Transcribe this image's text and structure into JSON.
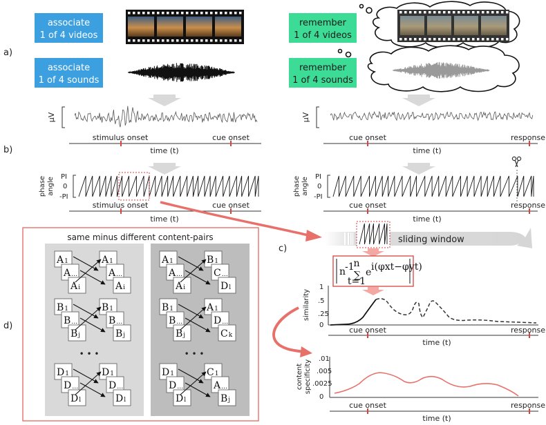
{
  "panel_labels": {
    "a": "a)",
    "b": "b)",
    "c": "c)",
    "d": "d)"
  },
  "encoding": {
    "video_label": [
      "associate",
      "1 of 4 videos"
    ],
    "sound_label": [
      "associate",
      "1 of 4 sounds"
    ]
  },
  "retrieval": {
    "video_label": [
      "remember",
      "1 of 4 videos"
    ],
    "sound_label": [
      "remember",
      "1 of 4 sounds"
    ]
  },
  "eeg": {
    "unit": "µV",
    "left_events": [
      "stimulus onset",
      "cue onset"
    ],
    "right_events": [
      "cue onset",
      "response"
    ],
    "time_axis": "time (t)"
  },
  "phase": {
    "ylabel": [
      "phase",
      "angle"
    ],
    "ticks": [
      "PI",
      "0",
      "-PI"
    ]
  },
  "sliding_window_label": "sliding window",
  "formula": {
    "prefix": "n",
    "prefix_exp": "-1",
    "sum_top": "n",
    "sum_bottom": "t=1",
    "exp_base": "e",
    "exponent": "i(φxt−φyt)"
  },
  "similarity_plot": {
    "ylabel": "similarity",
    "yticks": [
      "1",
      ".5",
      ".25",
      "0"
    ],
    "events": [
      "cue onset",
      "response"
    ],
    "xlabel": "time (t)"
  },
  "specificity_plot": {
    "ylabel": [
      "content",
      "specificity"
    ],
    "yticks": [
      ".01",
      ".005",
      ".0025",
      "0"
    ],
    "events": [
      "cue onset",
      "response"
    ],
    "xlabel": "time (t)"
  },
  "pairs_panel": {
    "title": "same minus different content-pairs",
    "same": [
      {
        "a": [
          "A",
          "1"
        ],
        "b": [
          "A",
          "…"
        ],
        "c": [
          "A",
          "i"
        ],
        "ra": [
          "A",
          "1"
        ],
        "rb": [
          "A",
          "…"
        ],
        "rc": [
          "A",
          "i"
        ]
      },
      {
        "a": [
          "B",
          "1"
        ],
        "b": [
          "B",
          "…"
        ],
        "c": [
          "B",
          "j"
        ],
        "ra": [
          "B",
          "1"
        ],
        "rb": [
          "B",
          "…"
        ],
        "rc": [
          "B",
          "j"
        ]
      },
      {
        "a": [
          "D",
          "1"
        ],
        "b": [
          "D",
          "…"
        ],
        "c": [
          "D",
          "l"
        ],
        "ra": [
          "D",
          "1"
        ],
        "rb": [
          "D",
          "…"
        ],
        "rc": [
          "D",
          "l"
        ]
      }
    ],
    "different": [
      {
        "a": [
          "A",
          "1"
        ],
        "b": [
          "A",
          "…"
        ],
        "c": [
          "A",
          "i"
        ],
        "ra": [
          "B",
          "1"
        ],
        "rb": [
          "C",
          "…"
        ],
        "rc": [
          "D",
          "l"
        ]
      },
      {
        "a": [
          "B",
          "1"
        ],
        "b": [
          "B",
          "…"
        ],
        "c": [
          "B",
          "j"
        ],
        "ra": [
          "A",
          "1"
        ],
        "rb": [
          "D",
          "…"
        ],
        "rc": [
          "C",
          "k"
        ]
      },
      {
        "a": [
          "D",
          "1"
        ],
        "b": [
          "D",
          "…"
        ],
        "c": [
          "D",
          "l"
        ],
        "ra": [
          "C",
          "1"
        ],
        "rb": [
          "A",
          "…"
        ],
        "rc": [
          "B",
          "j"
        ]
      }
    ],
    "ellipsis": "• • •"
  }
}
